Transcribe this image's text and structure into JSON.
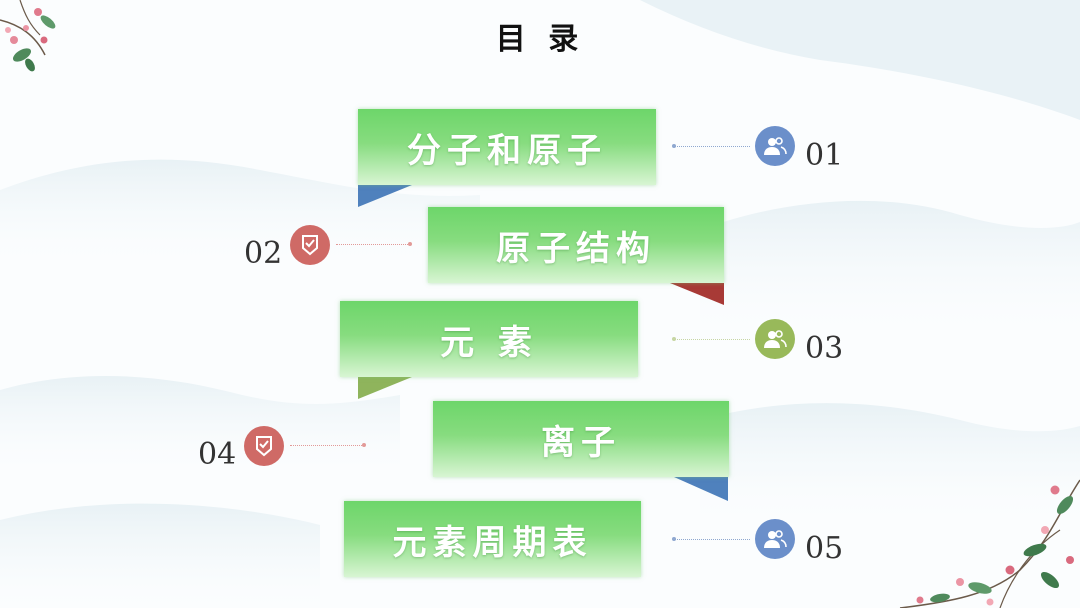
{
  "title": "目 录",
  "items": [
    {
      "number": "01",
      "label": "分子和原子",
      "accent": "#4f81bd",
      "icon": "user-group-icon"
    },
    {
      "number": "02",
      "label": "原子结构",
      "accent": "#c0504d",
      "icon": "badge-check-icon"
    },
    {
      "number": "03",
      "label": "元 素",
      "accent": "#9bbb59",
      "icon": "user-group-icon"
    },
    {
      "number": "04",
      "label": "离子",
      "accent": "#c0504d",
      "icon": "badge-check-icon"
    },
    {
      "number": "05",
      "label": "元素周期表",
      "accent": "#4f81bd",
      "icon": "user-group-icon"
    }
  ]
}
